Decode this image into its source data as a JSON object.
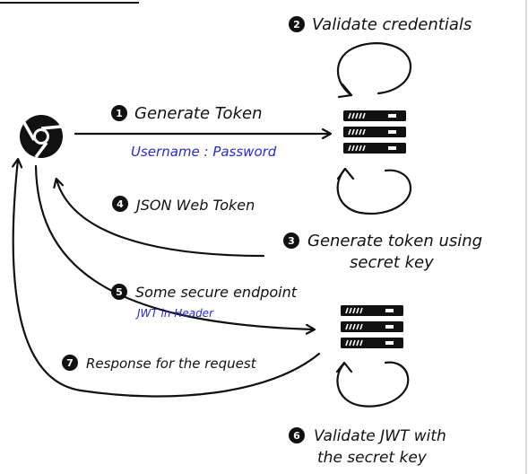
{
  "steps": {
    "s1": {
      "num": "1",
      "label": "Generate Token"
    },
    "s1_sub": "Username : Password",
    "s2": {
      "num": "2",
      "label": "Validate credentials"
    },
    "s3": {
      "num": "3",
      "line1": "Generate token using",
      "line2": "secret key"
    },
    "s4": {
      "num": "4",
      "label": "JSON Web Token"
    },
    "s5": {
      "num": "5",
      "label": "Some secure endpoint"
    },
    "s5_sub": "JWT in Header",
    "s6": {
      "num": "6",
      "line1": "Validate JWT with",
      "line2": "the secret key"
    },
    "s7": {
      "num": "7",
      "label": "Response for the request"
    }
  },
  "icons": {
    "client": "chrome-browser-icon",
    "auth_server": "server-stack-icon",
    "api_server": "server-stack-icon"
  },
  "colors": {
    "ink": "#111111",
    "accent": "#2a2ad6"
  }
}
